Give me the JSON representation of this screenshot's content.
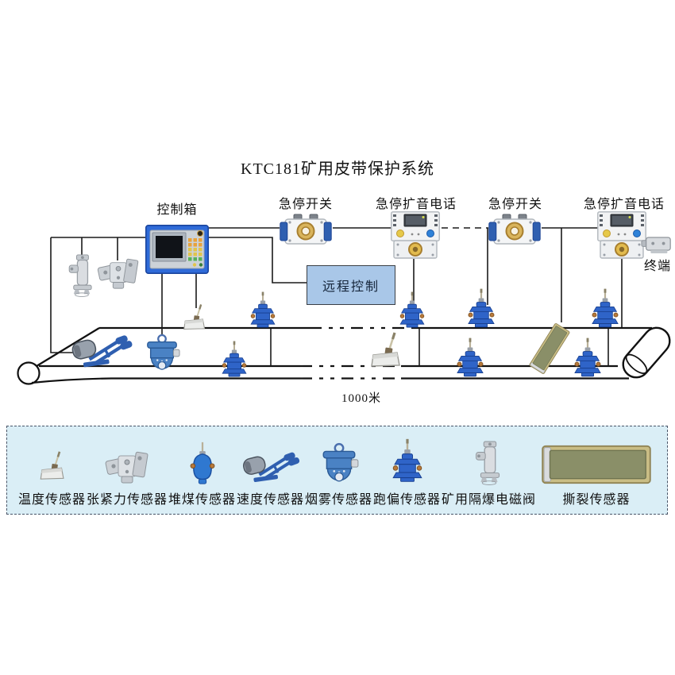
{
  "title": "KTC181矿用皮带保护系统",
  "devices": {
    "control_box": "控制箱",
    "estop_switch": "急停开关",
    "estop_phone": "急停扩音电话",
    "remote_control": "远程控制",
    "terminal": "终端"
  },
  "belt": {
    "length_label": "1000米"
  },
  "legend": {
    "items": [
      {
        "icon": "temperature-sensor-icon",
        "label": "温度传感器"
      },
      {
        "icon": "tension-sensor-icon",
        "label": "张紧力传感器"
      },
      {
        "icon": "coal-pile-sensor-icon",
        "label": "堆煤传感器"
      },
      {
        "icon": "speed-sensor-icon",
        "label": "速度传感器"
      },
      {
        "icon": "smoke-sensor-icon",
        "label": "烟雾传感器"
      },
      {
        "icon": "deviation-sensor-icon",
        "label": "跑偏传感器"
      },
      {
        "icon": "solenoid-valve-icon",
        "label": "矿用隔爆电磁阀"
      },
      {
        "icon": "tear-sensor-icon",
        "label": "撕裂传感器"
      }
    ]
  },
  "colors": {
    "wire": "#1a1a1a",
    "device_blue": "#2f64c8",
    "panel_blue": "#2f6bd8",
    "gold": "#d9b45c",
    "remote_fill": "#a9c7e8",
    "legend_bg": "#daeef6",
    "tear_olive": "#8a8f68",
    "background": "#ffffff"
  }
}
